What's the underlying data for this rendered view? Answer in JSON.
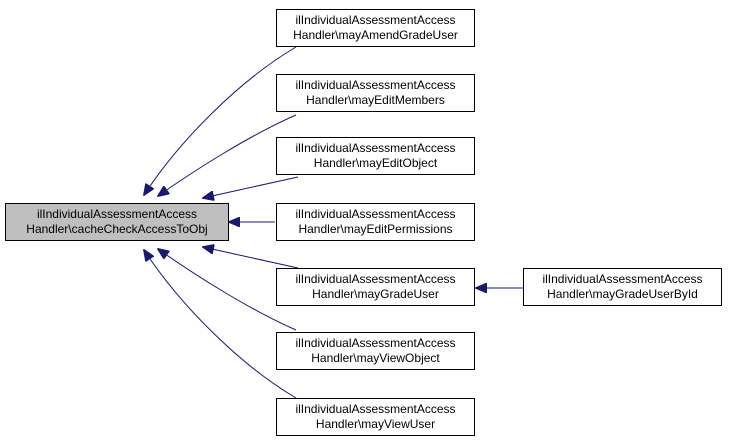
{
  "colors": {
    "edge": "#191970",
    "current_node_fill": "#bfbfbf",
    "node_border": "#000000"
  },
  "nodes": {
    "root": {
      "line1": "ilIndividualAssessmentAccess",
      "line2": "Handler\\cacheCheckAccessToObj"
    },
    "amend": {
      "line1": "ilIndividualAssessmentAccess",
      "line2": "Handler\\mayAmendGradeUser"
    },
    "members": {
      "line1": "ilIndividualAssessmentAccess",
      "line2": "Handler\\mayEditMembers"
    },
    "object": {
      "line1": "ilIndividualAssessmentAccess",
      "line2": "Handler\\mayEditObject"
    },
    "permissions": {
      "line1": "ilIndividualAssessmentAccess",
      "line2": "Handler\\mayEditPermissions"
    },
    "grade": {
      "line1": "ilIndividualAssessmentAccess",
      "line2": "Handler\\mayGradeUser"
    },
    "view_object": {
      "line1": "ilIndividualAssessmentAccess",
      "line2": "Handler\\mayViewObject"
    },
    "view_user": {
      "line1": "ilIndividualAssessmentAccess",
      "line2": "Handler\\mayViewUser"
    },
    "grade_by_id": {
      "line1": "ilIndividualAssessmentAccess",
      "line2": "Handler\\mayGradeUserById"
    }
  },
  "edges": [
    {
      "from": "amend",
      "to": "root"
    },
    {
      "from": "members",
      "to": "root"
    },
    {
      "from": "object",
      "to": "root"
    },
    {
      "from": "permissions",
      "to": "root"
    },
    {
      "from": "grade",
      "to": "root"
    },
    {
      "from": "view_object",
      "to": "root"
    },
    {
      "from": "view_user",
      "to": "root"
    },
    {
      "from": "grade_by_id",
      "to": "grade"
    }
  ]
}
